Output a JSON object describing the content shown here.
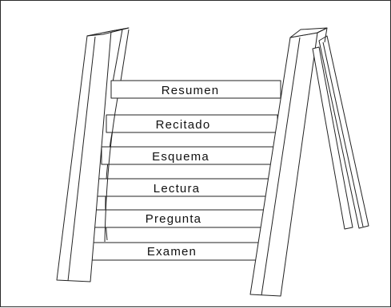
{
  "diagram": {
    "steps": [
      {
        "label": "Resumen"
      },
      {
        "label": "Recitado"
      },
      {
        "label": "Esquema"
      },
      {
        "label": "Lectura"
      },
      {
        "label": "Pregunta"
      },
      {
        "label": "Examen"
      }
    ],
    "colors": {
      "line": "#222222",
      "background": "#ffffff"
    }
  }
}
